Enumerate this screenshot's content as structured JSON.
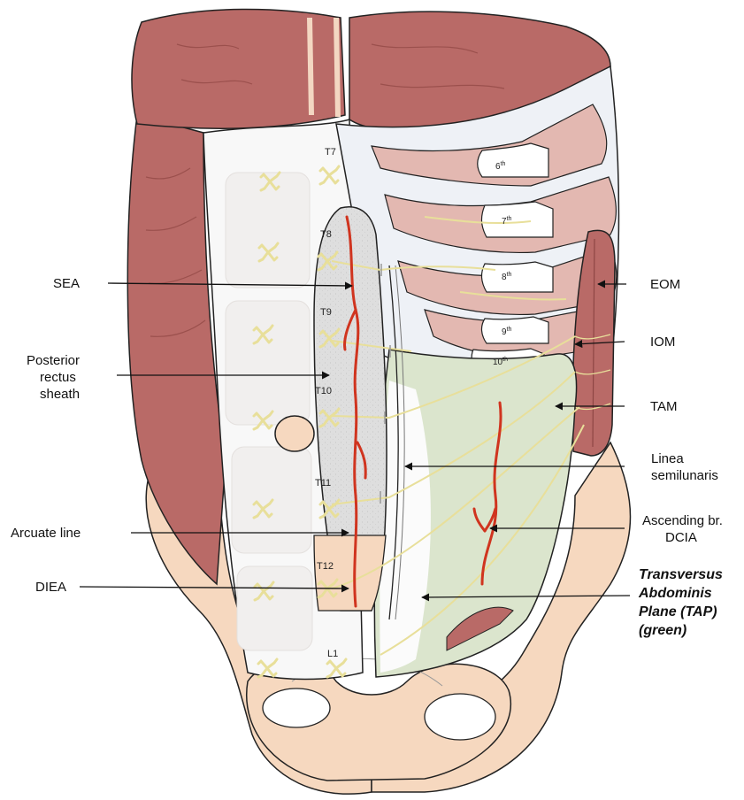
{
  "labels": {
    "sea": "SEA",
    "posterior_line1": "Posterior",
    "posterior_line2": "rectus",
    "posterior_line3": "sheath",
    "arcuate": "Arcuate line",
    "diea": "DIEA",
    "eom": "EOM",
    "iom": "IOM",
    "tam": "TAM",
    "linea_line1": "Linea",
    "linea_line2": "semilunaris",
    "ascending_line1": "Ascending br.",
    "ascending_line2": "DCIA",
    "tap_line1": "Transversus",
    "tap_line2": "Abdominis",
    "tap_line3": "Plane (TAP)",
    "tap_line4": "(green)"
  },
  "segments": {
    "t7": "T7",
    "t8": "T8",
    "t9": "T9",
    "t10": "T10",
    "t11": "T11",
    "t12": "T12",
    "l1": "L1"
  },
  "ribs": {
    "r6": "6",
    "r7": "7",
    "r8": "8",
    "r9": "9",
    "r10": "10",
    "suffix": "th"
  },
  "colors": {
    "muscle": "#b96a67",
    "muscle_dark": "#8e4644",
    "muscle_light": "#d49a92",
    "rib_pink": "#e3b8b1",
    "skin": "#f6d8bf",
    "fascia": "#eef1f6",
    "rectus_sheath": "#dcdcdc",
    "tap_green": "#dbe5cd",
    "artery": "#d0341f",
    "nerve": "#e8df9a"
  },
  "icons": {
    "nerve": "nerve-plexus-icon",
    "artery": "artery-vessel-icon",
    "arrow": "arrow-pointer-icon"
  }
}
